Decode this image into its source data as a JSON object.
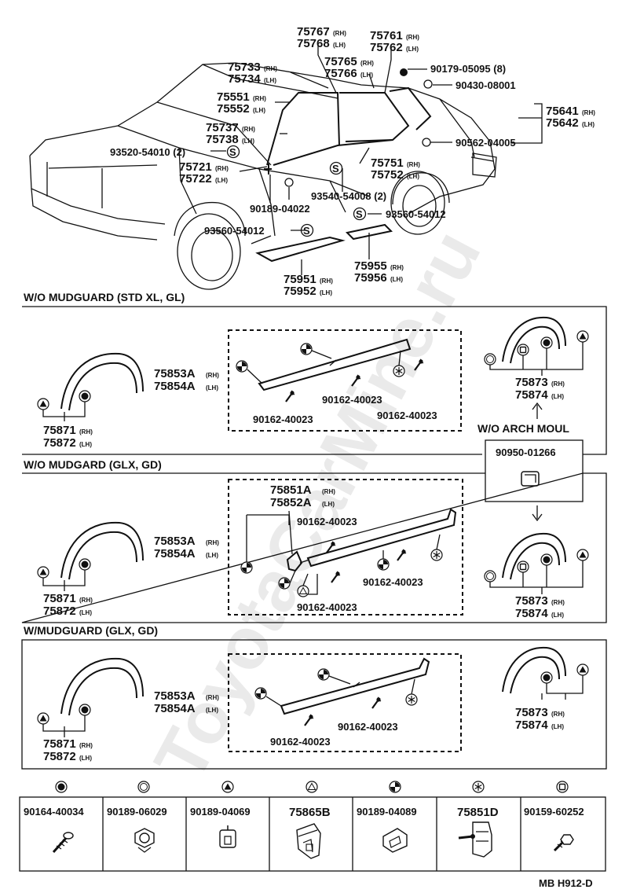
{
  "watermark": "ToyotaCarMine.ru",
  "top": {
    "l75767": "75767",
    "l75768": "75768",
    "l75761": "75761",
    "l75762": "75762",
    "l75733": "75733",
    "l75734": "75734",
    "l75765": "75765",
    "l75766": "75766",
    "l90179": "90179-05095 (8)",
    "l90430": "90430-08001",
    "l75551": "75551",
    "l75552": "75552",
    "l75737": "75737",
    "l75738": "75738",
    "l75641": "75641",
    "l75642": "75642",
    "l93520": "93520-54010 (2)",
    "l90562": "90562-04005",
    "l75721": "75721",
    "l75722": "75722",
    "l75751": "75751",
    "l75752": "75752",
    "l93540": "93540-54008 (2)",
    "l90189a": "90189-04022",
    "l93560a": "93560-54012",
    "l93560b": "93560-54012",
    "l75955": "75955",
    "l75956": "75956",
    "l75951": "75951",
    "l75952": "75952",
    "rh": "(RH)",
    "lh": "(LH)",
    "s": "S"
  },
  "sections": {
    "s1": "W/O MUDGUARD (STD XL, GL)",
    "s2": "W/O MUDGARD (GLX, GD)",
    "s3": "W/MUDGUARD (GLX, GD)"
  },
  "sec1": {
    "l75853": "75853A",
    "l75854": "75854A",
    "l75871": "75871",
    "l75872": "75872",
    "l90162a": "90162-40023",
    "l90162b": "90162-40023",
    "l90162c": "90162-40023",
    "l75873": "75873",
    "l75874": "75874"
  },
  "archbox": {
    "title": "W/O ARCH MOUL",
    "part": "90950-01266"
  },
  "sec2": {
    "l75851": "75851A",
    "l75852": "75852A",
    "l90162a": "90162-40023",
    "l90162b": "90162-40023",
    "l90162c": "90162-40023",
    "l75853": "75853A",
    "l75854": "75854A",
    "l75871": "75871",
    "l75872": "75872",
    "l75873": "75873",
    "l75874": "75874"
  },
  "sec3": {
    "l75853": "75853A",
    "l75854": "75854A",
    "l75871": "75871",
    "l75872": "75872",
    "l90162a": "90162-40023",
    "l90162b": "90162-40023",
    "l75873": "75873",
    "l75874": "75874"
  },
  "legend": [
    "90164-40034",
    "90189-06029",
    "90189-04069",
    "75865B",
    "90189-04089",
    "75851D",
    "90159-60252"
  ],
  "footer": "MB H912-D"
}
